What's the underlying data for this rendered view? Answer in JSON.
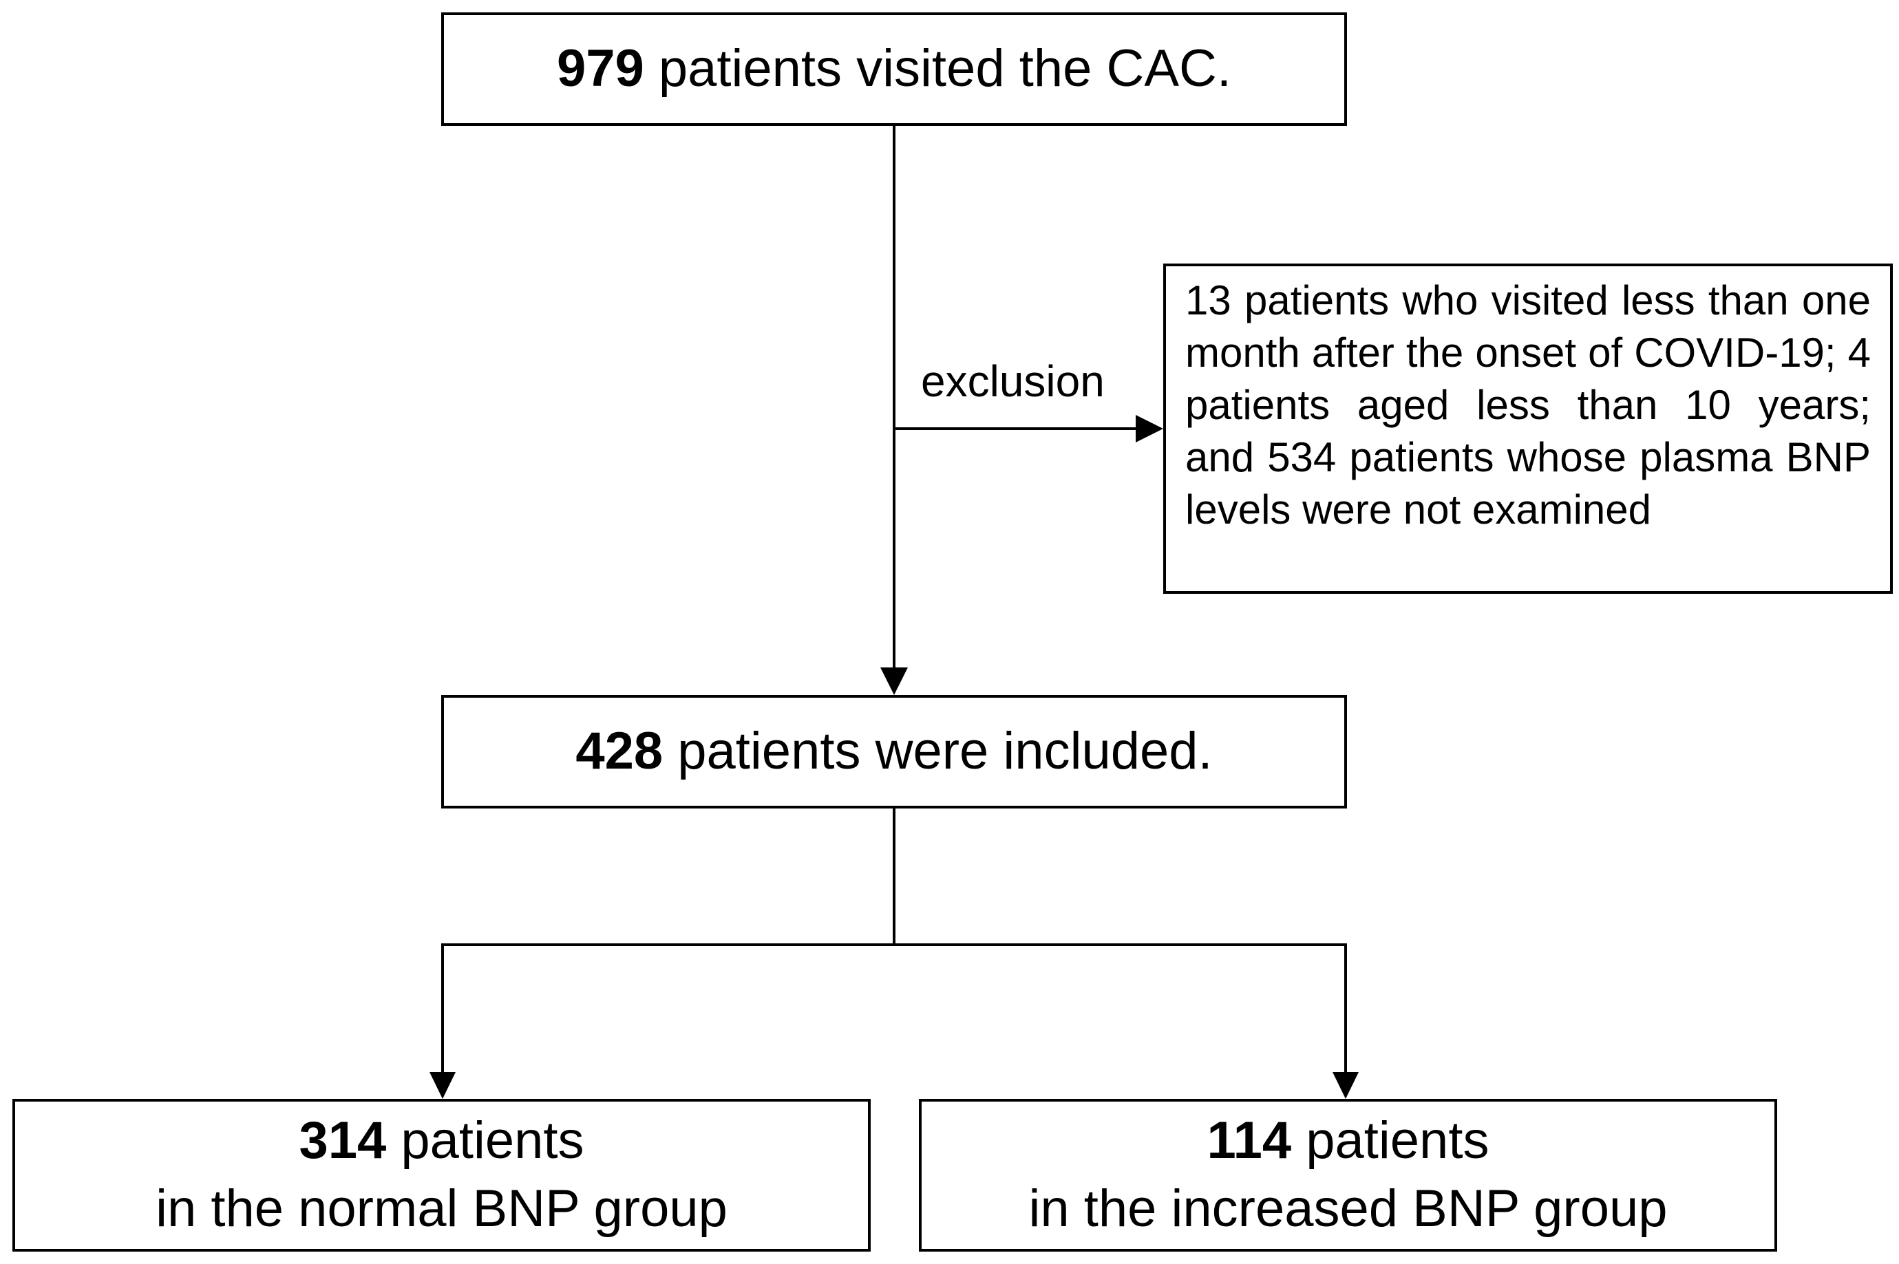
{
  "nodes": {
    "visited": {
      "count": "979",
      "text": " patients visited the CAC."
    },
    "excluded": {
      "text": "13 patients who visited less than one month after the onset of COVID-19; 4 patients aged less than 10 years; and 534 patients whose  plasma BNP levels were not examined"
    },
    "included": {
      "count": "428",
      "text": " patients were included."
    },
    "normal_group": {
      "count": "314",
      "text": " patients",
      "line2": "in the normal BNP group"
    },
    "increased_group": {
      "count": "114",
      "text": " patients",
      "line2": "in the increased BNP group"
    }
  },
  "edges": {
    "exclusion_label": "exclusion"
  },
  "colors": {
    "line": "#000000",
    "background": "#ffffff"
  }
}
